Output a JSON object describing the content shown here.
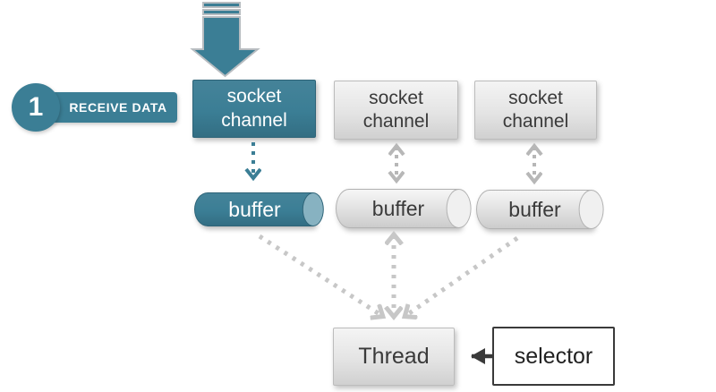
{
  "colors": {
    "teal": "#3B7E95",
    "teal_dark": "#2E6478",
    "teal_cap": "#87B2C1",
    "gray_connector": "#B7B7B7",
    "dotted_connector": "#C7C7C7",
    "dark_arrow": "#3A3A3A",
    "box_text": "#3A3A3A"
  },
  "step": {
    "number": "1",
    "label": "RECEIVE DATA"
  },
  "nodes": {
    "socket_channels": [
      {
        "label": "socket channel",
        "variant": "teal"
      },
      {
        "label": "socket channel",
        "variant": "gray"
      },
      {
        "label": "socket channel",
        "variant": "gray"
      }
    ],
    "buffers": [
      {
        "label": "buffer",
        "variant": "teal"
      },
      {
        "label": "buffer",
        "variant": "gray"
      },
      {
        "label": "buffer",
        "variant": "gray"
      }
    ],
    "thread": {
      "label": "Thread"
    },
    "selector": {
      "label": "selector"
    }
  },
  "connectors": [
    {
      "from": "incoming-data",
      "to": "socket-channel-1",
      "style": "solid-teal-block-arrow"
    },
    {
      "from": "socket-channel-1",
      "to": "buffer-1",
      "style": "teal-dashed",
      "direction": "down"
    },
    {
      "from": "socket-channel-2",
      "to": "buffer-2",
      "style": "gray-dashed",
      "direction": "both"
    },
    {
      "from": "socket-channel-3",
      "to": "buffer-3",
      "style": "gray-dashed",
      "direction": "both"
    },
    {
      "from": "buffer-1",
      "to": "thread",
      "style": "gray-dotted",
      "direction": "down"
    },
    {
      "from": "buffer-2",
      "to": "thread",
      "style": "gray-dotted",
      "direction": "both"
    },
    {
      "from": "buffer-3",
      "to": "thread",
      "style": "gray-dotted",
      "direction": "down"
    },
    {
      "from": "selector",
      "to": "thread",
      "style": "dark-solid",
      "direction": "left"
    }
  ]
}
